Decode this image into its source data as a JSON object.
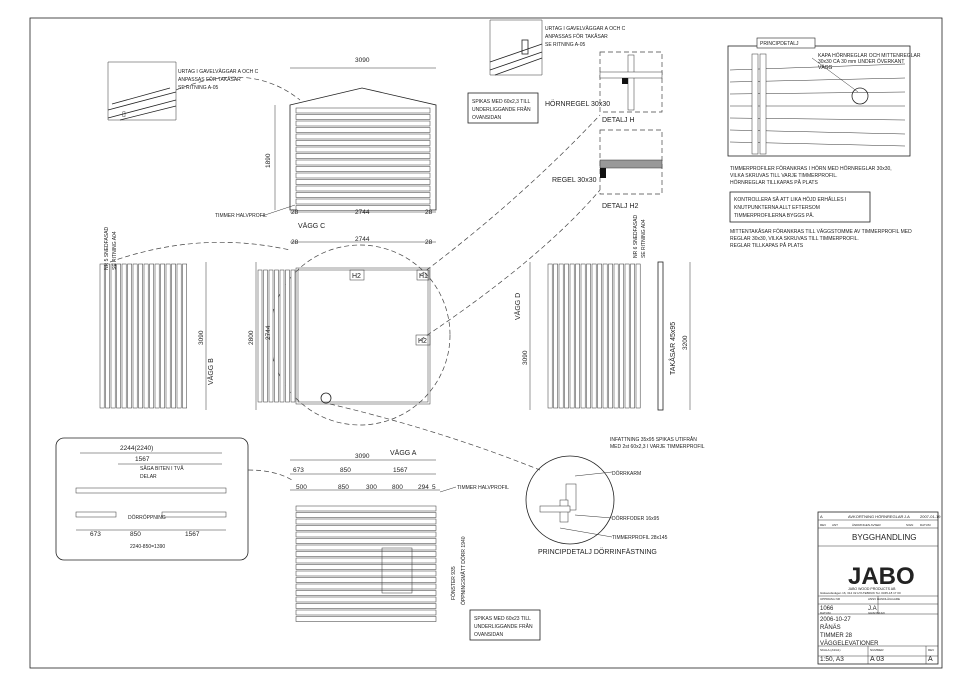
{
  "top_left_note": [
    "URTAG I GAVELVÄGGAR A OCH C",
    "ANPASSAS FÖR TAKÅSAR",
    "SE RITNING A-05"
  ],
  "top_center_note": [
    "URTAG I GAVELVÄGGAR A OCH C",
    "ANPASSAS FÖR TAKÅSAR",
    "SE RITNING A-05"
  ],
  "spikas_note_top": [
    "SPIKAS MED 60x2,3  TILL",
    "UNDERLIGGANDE FRÅN",
    "OVANSIDAN"
  ],
  "spikas_note_bottom": [
    "SPIKAS MED 60x23  TILL",
    "UNDERLIGGANDE FRÅN",
    "OVANSIDAN"
  ],
  "hornregel": "HÖRNREGEL 30x30",
  "detalj_h": "DETALJ H",
  "regel": "REGEL 30x30",
  "detalj_h2": "DETALJ H2",
  "principdetalj_title": "PRINCIPDETALJ",
  "principdetalj_note": [
    "KAPA HÖRNREGLAR OCH MITTENREGLAR",
    "30x30 CA 30 mm UNDER ÖVERKANT",
    "VÄGG"
  ],
  "timmer_note": [
    "TIMMERPROFILER FÖRANKRAS I HÖRN MED HÖRNREGLAR 30x30,",
    "VILKA SKRUVAS TILL VARJE TIMMERPROFIL.",
    "HÖRNREGLAR TILLKAPAS PÅ PLATS"
  ],
  "kontroll_note": [
    "KONTROLLERA SÅ ATT LIKA HÖJD ERHÅLLES I",
    "KNUTPUNKTERNA ALLT EFTERSOM",
    "TIMMERPROFILERNA BYGGS PÅ."
  ],
  "mitten_note": [
    "MITTENTAKÅSAR FÖRANKRAS TILL VÄGGSTOMME AV TIMMERPROFIL MED",
    "REGLAR 30x30, VILKA SKRUVAS TILL TIMMERPROFIL.",
    "REGLAR TILLKAPAS PÅ PLATS"
  ],
  "nr5": [
    "NR 5 SNEDFASAD",
    "SE RITNING A04"
  ],
  "nr6": [
    "NR 6 SNEDFASAD",
    "SE RITNING A04"
  ],
  "timmer_halvprofil": "TIMMER HALVPROFIL",
  "vagg_c": "VÄGG C",
  "vagg_b": "VÄGG B",
  "vagg_d": "VÄGG D",
  "vagg_a": "VÄGG A",
  "h_labels": [
    "H2",
    "H1",
    "H2"
  ],
  "dims": {
    "w3090_top": "3090",
    "h1890": "1890",
    "d28a": "28",
    "d2744a": "2744",
    "d28b": "28",
    "d28c": "28",
    "d2744b": "2744",
    "d28d": "28",
    "d3090_left": "3090",
    "d2800": "2800",
    "d2744v": "2744",
    "d3090_right": "3090",
    "takasar": "TAKÅSAR 45x95",
    "d3200": "3200",
    "d3090_a": "3090",
    "d673": "673",
    "d850": "850",
    "d1567": "1567",
    "d500": "500",
    "d850b": "850",
    "d300": "300",
    "d800": "800",
    "d294": "294",
    "d5": "5",
    "dorrmatt": "ÖPPNINGSMÅTT DÖRR 1940",
    "fonster": "FÖNSTER 935"
  },
  "saga_box": {
    "d2244": "2244(2240)",
    "d1567": "1567",
    "saga": "SÅGA BITEN I TVÅ",
    "delar": "DELAR",
    "dorroppning": "DÖRRÖPPNING",
    "d673": "673",
    "d850": "850",
    "d1567b": "1567",
    "sum": "2240-850=1390"
  },
  "infattning": [
    "INFATTNING 35x95 SPIKAS UTIFRÅN",
    "MED 2st 60x2,3 I VARJE TIMMERPROFIL"
  ],
  "dorrkarm": "DÖRRKARM",
  "dorrfoder": "DÖRRFODER 16x95",
  "timmerprofil": "TIMMERPROFIL 28x145",
  "principdetalj_dorr": "PRINCIPDETALJ DÖRRINFÄSTNING",
  "title_block": {
    "rev_a": "A",
    "rev_desc": "AVKORTNING HÖRNREGLAR",
    "rev_sign": "J.A",
    "rev_date": "2007-01-19",
    "rev_hdr": [
      "REV",
      "ANT",
      "ÄNDRINGEN AVSER",
      "SIGN",
      "DATUM"
    ],
    "bygghandling": "BYGGHANDLING",
    "logo": "JABO",
    "company": "JABO WOOD PRODUCTS AB",
    "address": "Gislavedsvägen 16, 314 32  HYLTEBRUK  Tel. 0345-18 17 00",
    "upp_nr_lbl": "UPPDRAG NR",
    "upp_nr": "1066",
    "ansv_lbl": "ANSV HANDLÄGGARE",
    "ansv": "J.A",
    "datum_lbl": "DATUM",
    "datum": "2006-10-27",
    "granskad_lbl": "GRANSKAD",
    "proj": "RÅNÄS",
    "line2": "TIMMER 28",
    "line3": "VÄGGELEVATIONER",
    "skala_lbl": "SKALA (A3/A1)",
    "skala": "1:50, A3",
    "nummer_lbl": "NUMMER",
    "nummer": "A 03",
    "blad_lbl": "REV",
    "blad": "A"
  }
}
